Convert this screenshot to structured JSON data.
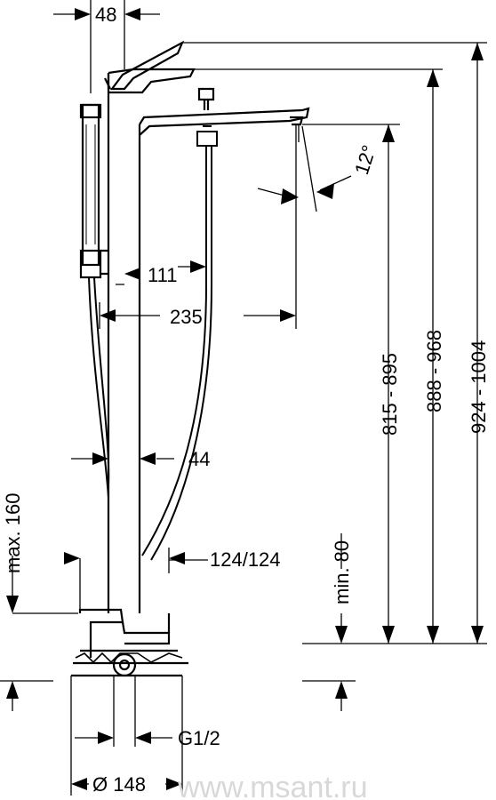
{
  "dimensions": {
    "spout_width": "48",
    "spout_angle": "12°",
    "riser_offset": "111",
    "projection": "235",
    "hose_diameter": "44",
    "cover_plate": "124/124",
    "max_height_label": "max. 160",
    "min_height_label": "min. 80",
    "spout_height": "815 - 895",
    "body_height": "888 - 968",
    "total_height": "924 - 1004",
    "connection": "G1/2",
    "base_diameter": "Ø 148"
  },
  "watermark": "www.msant.ru"
}
